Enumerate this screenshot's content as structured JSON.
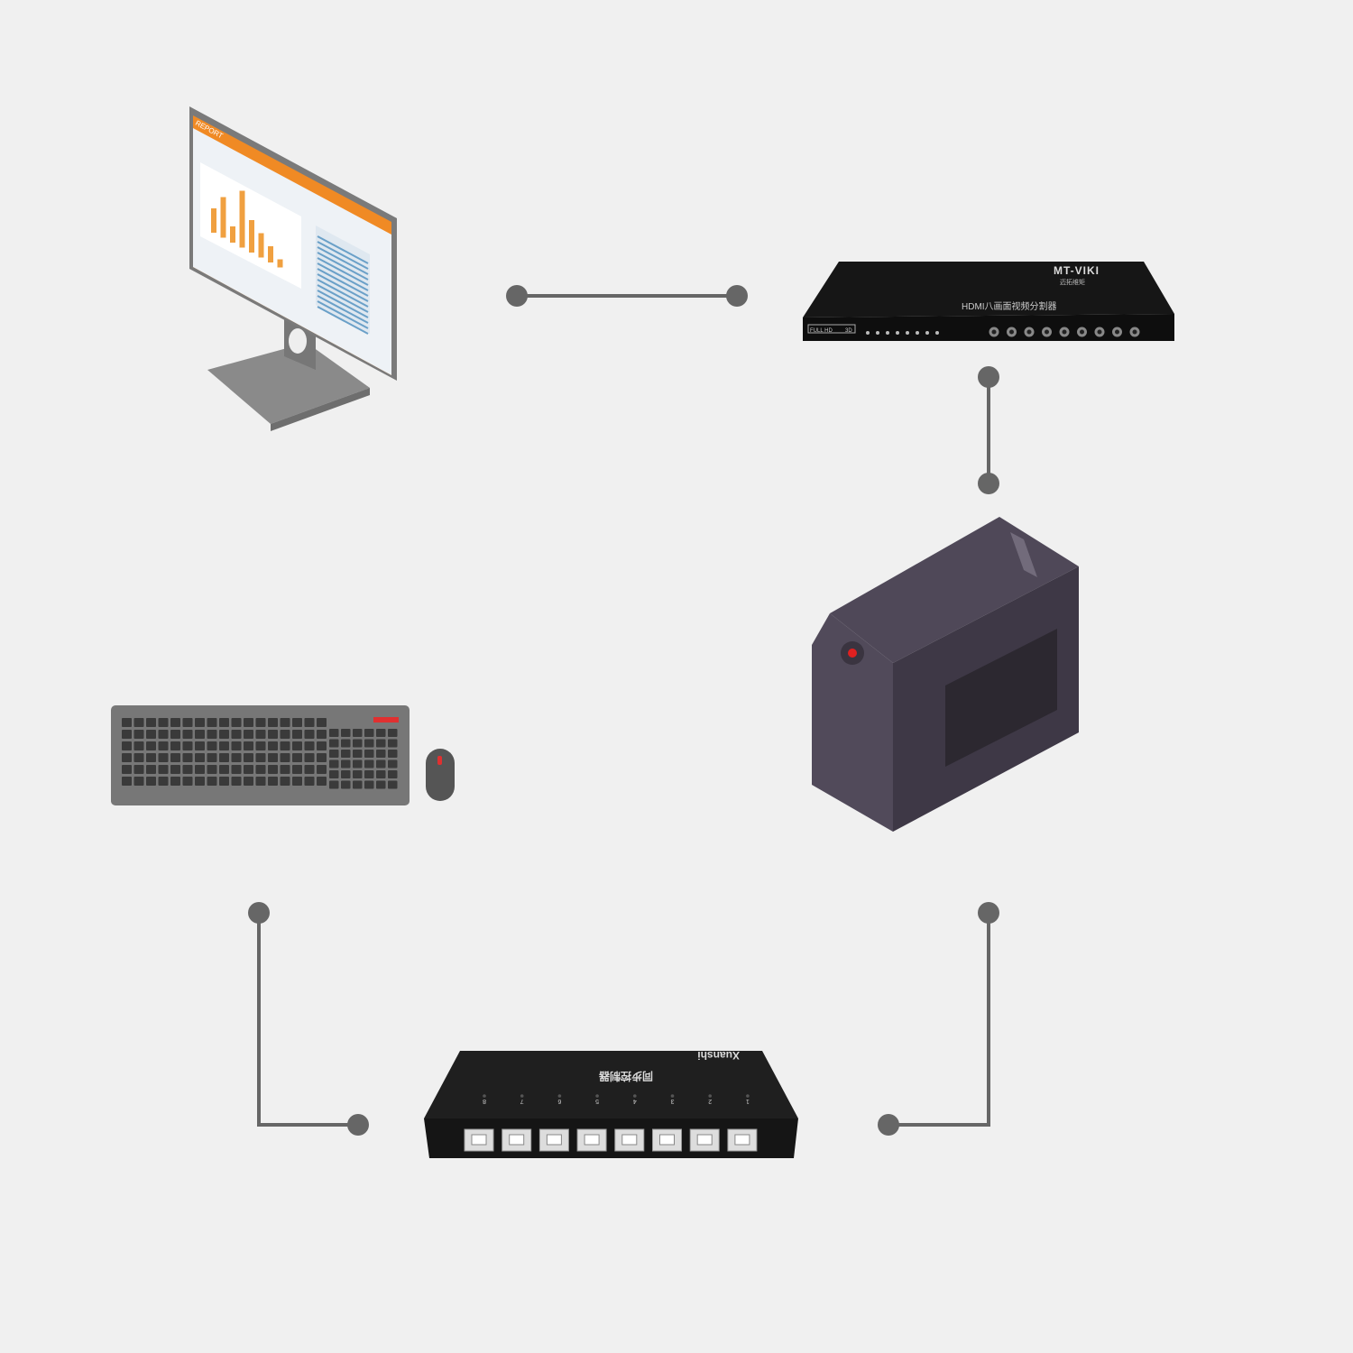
{
  "monitor": {
    "screen_title": "REPORT",
    "chart_bars": [
      3,
      5,
      2,
      7,
      4,
      3,
      2,
      1
    ]
  },
  "splitter": {
    "brand": "MT-VIKI",
    "brand_sub": "迈拓维矩",
    "product": "HDMI八画面视频分割器",
    "badge": "FULL HD",
    "badge2": "3D"
  },
  "usb_sync": {
    "brand": "Xuanshi",
    "product": "同步控制器",
    "ports": [
      "8",
      "7",
      "6",
      "5",
      "4",
      "3",
      "2",
      "1"
    ]
  },
  "colors": {
    "background": "#f0f0f0",
    "connector": "#666666",
    "accent": "#f08a24",
    "device": "#1c1c1c",
    "pc_case": "#4a4452"
  }
}
